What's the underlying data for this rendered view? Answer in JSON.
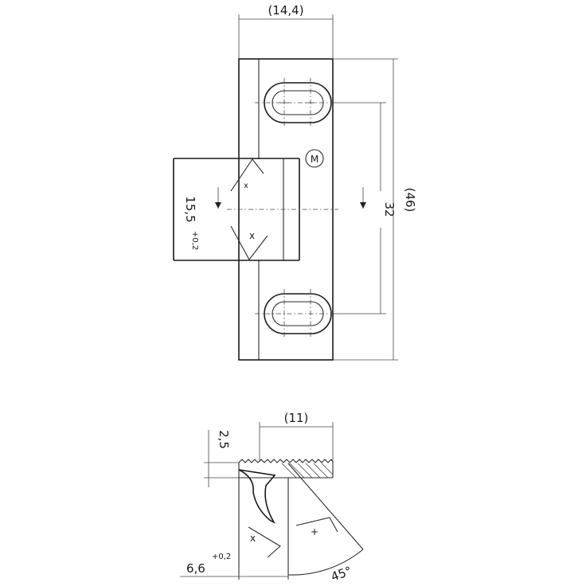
{
  "drawing": {
    "top_view": {
      "width_dim": "(14,4)",
      "height_dim": "(46)",
      "hole_spacing_dim": "32",
      "tongue_dim": "15,5",
      "tongue_tol": "+0,2",
      "material_mark": "M",
      "surface_mark_upper": "x",
      "surface_mark_lower": "x"
    },
    "side_view": {
      "depth_dim": "(11)",
      "thickness_dim": "2,5",
      "offset_dim": "6,6",
      "offset_tol": "+0,2",
      "angle_dim": "45°",
      "surface_mark_left": "x",
      "surface_mark_right": "+"
    }
  }
}
